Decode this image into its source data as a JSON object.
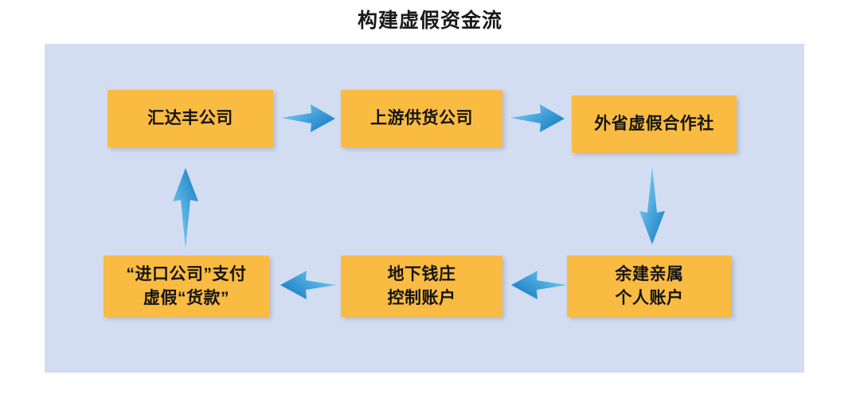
{
  "title": "构建虚假资金流",
  "colors": {
    "panel_background": "#d3ddf2",
    "node_fill": "#fabb42",
    "node_text": "#141414",
    "arrow_light": "#7ecdf0",
    "arrow_dark": "#1a7fc1",
    "page_background": "#ffffff"
  },
  "diagram": {
    "type": "flowchart",
    "nodes": [
      {
        "id": "node-0",
        "label": "汇达丰公司",
        "row": "top",
        "column": 1
      },
      {
        "id": "node-1",
        "label": "上游供货公司",
        "row": "top",
        "column": 2
      },
      {
        "id": "node-2",
        "label": "外省虚假合作社",
        "row": "top",
        "column": 3
      },
      {
        "id": "node-3",
        "label": "“进口公司”支付\n虚假“货款”",
        "row": "bottom",
        "column": 1
      },
      {
        "id": "node-4",
        "label": "地下钱庄\n控制账户",
        "row": "bottom",
        "column": 2
      },
      {
        "id": "node-5",
        "label": "余建亲属\n个人账户",
        "row": "bottom",
        "column": 3
      }
    ],
    "arrows": [
      {
        "id": "arrow-h-0",
        "from": "node-0",
        "to": "node-1",
        "direction": "right"
      },
      {
        "id": "arrow-h-1",
        "from": "node-1",
        "to": "node-2",
        "direction": "right"
      },
      {
        "id": "arrow-v-0",
        "from": "node-2",
        "to": "node-5",
        "direction": "down"
      },
      {
        "id": "arrow-h-3",
        "from": "node-5",
        "to": "node-4",
        "direction": "left"
      },
      {
        "id": "arrow-h-2",
        "from": "node-4",
        "to": "node-3",
        "direction": "left"
      },
      {
        "id": "arrow-v-1",
        "from": "node-3",
        "to": "node-0",
        "direction": "up"
      }
    ]
  }
}
